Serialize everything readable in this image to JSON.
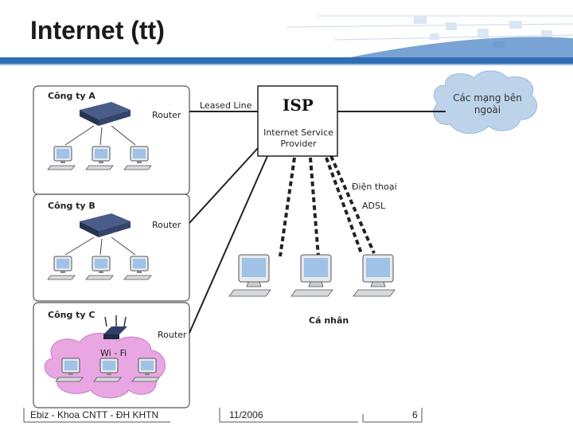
{
  "slide": {
    "title": "Internet (tt)"
  },
  "diagram": {
    "company_a": "Công ty A",
    "company_b": "Công ty B",
    "company_c": "Công ty C",
    "router_a": "Router",
    "router_b": "Router",
    "router_c": "Router",
    "leased_line": "Leased Line",
    "isp_title": "ISP",
    "isp_subtitle": "Internet Service Provider",
    "external_networks": "Các mạng bên ngoài",
    "phone": "Điện thoại",
    "adsl": "ADSL",
    "individuals": "Cá nhân",
    "wifi": "Wi - Fi"
  },
  "footer": {
    "left": "Ebiz - Khoa CNTT - ĐH KHTN",
    "date": "11/2006",
    "page": "6"
  },
  "colors": {
    "title_bar_accent": "#2f6db5",
    "cloud_fill": "#bcd3ea",
    "wifi_cloud_fill": "#e8a6e2",
    "router_body": "#2f3f66"
  }
}
